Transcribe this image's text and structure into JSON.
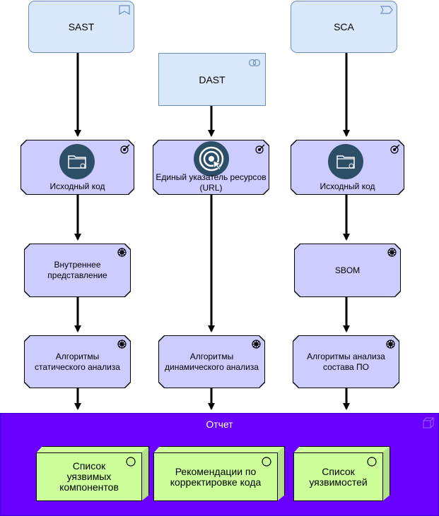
{
  "top_boxes": {
    "sast": "SAST",
    "dast": "DAST",
    "sca": "SCA"
  },
  "sources": {
    "sast_source": "Исходный код",
    "dast_url": "Единый указатель ресурсов (URL)",
    "sca_source": "Исходный код"
  },
  "intermediate": {
    "internal_repr": "Внутреннее представление",
    "sbom": "SBOM"
  },
  "algorithms": {
    "static": "Алгоритмы статического анализа",
    "dynamic": "Алгоритмы динамического анализа",
    "composition": "Алгоритмы анализа состава ПО"
  },
  "report": {
    "title": "Отчет",
    "items": [
      "Список уязвимых компонентов",
      "Рекомендации по корректировке кода",
      "Список уязвимостей"
    ]
  },
  "icons": {
    "sast_corner": "bookmark-icon",
    "dast_corner": "interaction-circles-icon",
    "sca_corner": "tag-icon",
    "goal_corner": "target-dart-icon",
    "gear_corner": "gear-icon",
    "folder": "folder-icon",
    "target": "target-cursor-icon",
    "cube_corner": "circle-icon",
    "report_corner": "cube-icon"
  },
  "colors": {
    "top_fill": "#dae8fc",
    "top_stroke": "#6c8ebf",
    "node_fill": "#ccccff",
    "report_fill": "#6a00ff",
    "cube_fill": "#ccff99",
    "icon_circle": "#2d4e67"
  }
}
